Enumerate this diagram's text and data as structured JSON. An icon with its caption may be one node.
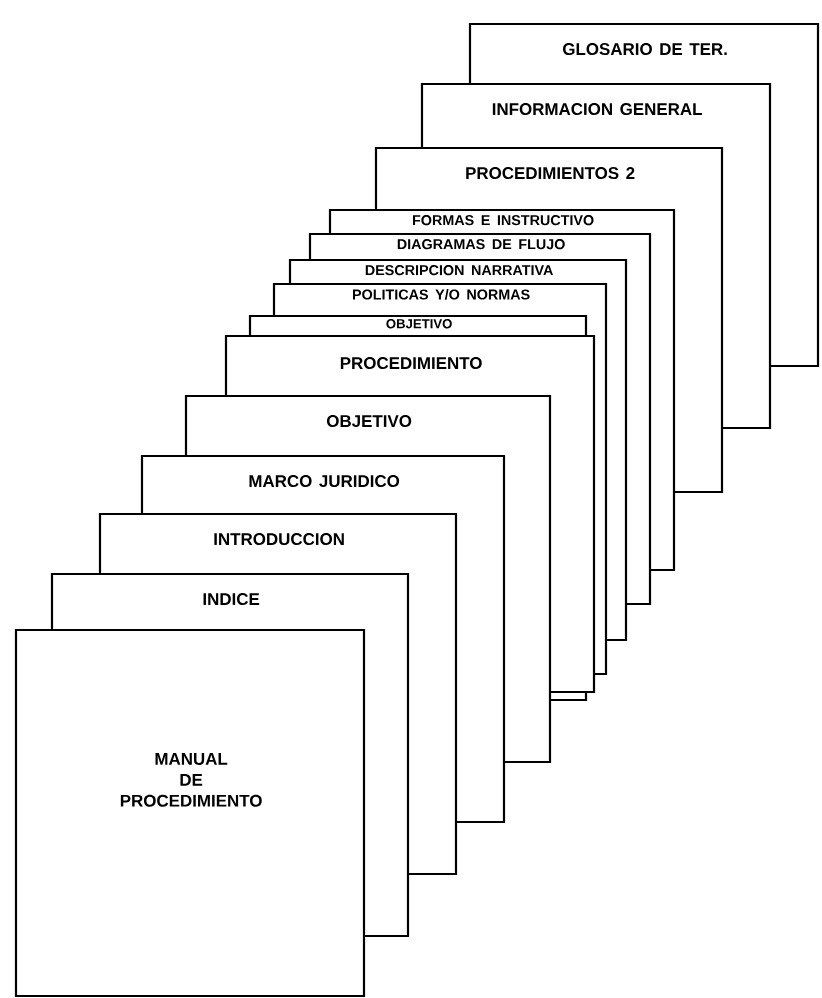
{
  "diagram": {
    "nodes": [
      {
        "text": [
          "GLOSARIO DE TER."
        ]
      },
      {
        "text": [
          "INFORMACION GENERAL"
        ]
      },
      {
        "text": [
          "PROCEDIMIENTOS 2"
        ]
      },
      {
        "text": [
          "FORMAS E INSTRUCTIVO"
        ]
      },
      {
        "text": [
          "DIAGRAMAS DE FLUJO"
        ]
      },
      {
        "text": [
          "DESCRIPCION NARRATIVA"
        ]
      },
      {
        "text": [
          "POLITICAS Y/O NORMAS"
        ]
      },
      {
        "text": [
          "OBJETIVO"
        ]
      },
      {
        "text": [
          "PROCEDIMIENTO"
        ]
      },
      {
        "text": [
          "OBJETIVO"
        ]
      },
      {
        "text": [
          "MARCO JURIDICO"
        ]
      },
      {
        "text": [
          "INTRODUCCION"
        ]
      },
      {
        "text": [
          "INDICE"
        ]
      },
      {
        "text": [
          "MANUAL DE PROCEDIMIENTO"
        ]
      }
    ]
  }
}
